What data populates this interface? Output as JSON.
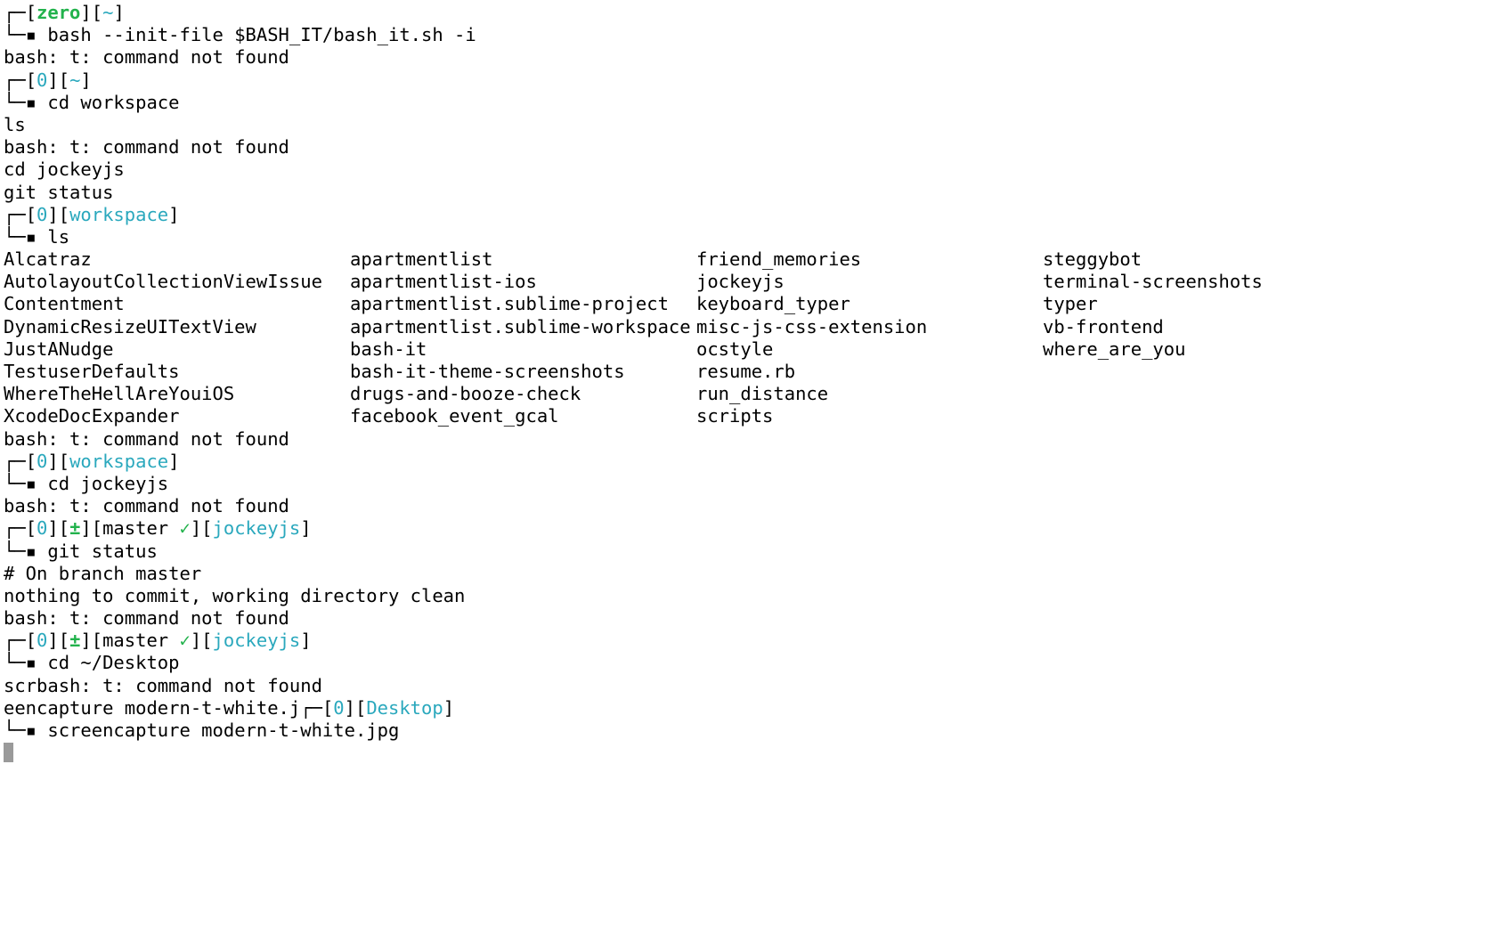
{
  "terminal": {
    "app": "terminal",
    "theme": {
      "background": "#ffffff",
      "foreground": "#000000",
      "green": "#22b24c",
      "cyan": "#2aa8bd",
      "cursor": "#9a9a9a"
    },
    "cursor_glyph": "block-cursor"
  },
  "glyphs": {
    "prompt_top_connector": "┌─",
    "prompt_bot_connector": "└─",
    "prompt_marker": "▪",
    "bracket_open": "[",
    "bracket_close": "]",
    "tilde": "~",
    "plusminus": "±",
    "checkmark": "✓"
  },
  "blocks": [
    {
      "type": "prompt",
      "top_status": "zero",
      "top_status_color": "green",
      "top_path": "~",
      "command": "bash --init-file $BASH_IT/bash_it.sh -i"
    },
    {
      "type": "output",
      "text": "bash: t: command not found"
    },
    {
      "type": "prompt",
      "top_status": "0",
      "top_status_color": "cyan",
      "top_path": "~",
      "command": "cd workspace"
    },
    {
      "type": "output",
      "text": "ls"
    },
    {
      "type": "output",
      "text": "bash: t: command not found"
    },
    {
      "type": "output",
      "text": "cd jockeyjs"
    },
    {
      "type": "output",
      "text": "git status"
    },
    {
      "type": "prompt",
      "top_status": "0",
      "top_status_color": "cyan",
      "top_path": "workspace",
      "command": "ls"
    },
    {
      "type": "ls"
    },
    {
      "type": "output",
      "text": "bash: t: command not found"
    },
    {
      "type": "prompt",
      "top_status": "0",
      "top_status_color": "cyan",
      "top_path": "workspace",
      "command": "cd jockeyjs"
    },
    {
      "type": "output",
      "text": "bash: t: command not found"
    },
    {
      "type": "git-prompt",
      "top_status": "0",
      "dirty": "±",
      "branch": "master",
      "clean_mark": "✓",
      "top_path": "jockeyjs",
      "command": "git status"
    },
    {
      "type": "output",
      "text": "# On branch master"
    },
    {
      "type": "output",
      "text": "nothing to commit, working directory clean"
    },
    {
      "type": "output",
      "text": "bash: t: command not found"
    },
    {
      "type": "git-prompt",
      "top_status": "0",
      "dirty": "±",
      "branch": "master",
      "clean_mark": "✓",
      "top_path": "jockeyjs",
      "command": "cd ~/Desktop"
    },
    {
      "type": "output",
      "text": "scrbash: t: command not found"
    },
    {
      "type": "overlap",
      "left_text": "eencapture modern-t-white.j",
      "top_status": "0",
      "top_status_color": "cyan",
      "top_path": "Desktop"
    },
    {
      "type": "command-only",
      "command": "screencapture modern-t-white.jpg"
    },
    {
      "type": "cursor"
    }
  ],
  "ls_output": {
    "columns": [
      [
        "Alcatraz",
        "AutolayoutCollectionViewIssue",
        "Contentment",
        "DynamicResizeUITextView",
        "JustANudge",
        "TestuserDefaults",
        "WhereTheHellAreYouiOS",
        "XcodeDocExpander"
      ],
      [
        "apartmentlist",
        "apartmentlist-ios",
        "apartmentlist.sublime-project",
        "apartmentlist.sublime-workspace",
        "bash-it",
        "bash-it-theme-screenshots",
        "drugs-and-booze-check",
        "facebook_event_gcal"
      ],
      [
        "friend_memories",
        "jockeyjs",
        "keyboard_typer",
        "misc-js-css-extension",
        "ocstyle",
        "resume.rb",
        "run_distance",
        "scripts"
      ],
      [
        "steggybot",
        "terminal-screenshots",
        "typer",
        "vb-frontend",
        "where_are_you",
        "",
        "",
        ""
      ]
    ]
  }
}
